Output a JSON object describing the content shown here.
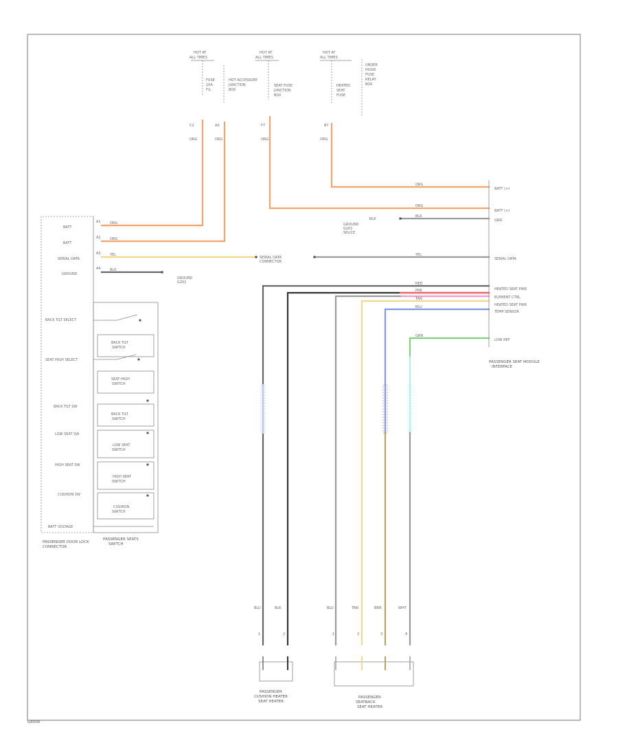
{
  "colors": {
    "orange": "#f5a36a",
    "yellow": "#f1d98a",
    "gray": "#9a9a9a",
    "black": "#333333",
    "red": "#e86a6a",
    "pink": "#f29ac8",
    "blue": "#7f97e0",
    "green": "#7fd07f",
    "cyan": "#aef0f0"
  },
  "fuses": {
    "f1": {
      "hot": "HOT AT",
      "sub": "ALL TIMES",
      "name": "FUSE"
    },
    "f2": {
      "hot": "HOT AT",
      "sub": "ALL TIMES",
      "name": "FUSE"
    },
    "f3": {
      "hot": "HOT AT",
      "sub": "ALL TIMES",
      "name": "FUSE"
    }
  },
  "fuse_notes": {
    "a1": "FUSE",
    "a2": "10A",
    "a3": "F/L",
    "b1": "HOT ACCESSORY",
    "b2": "JUNCTION",
    "b3": "BOX",
    "c1": "SEAT FUSE",
    "c2": "JUNCTION",
    "c3": "BOX",
    "d1": "HEATED",
    "d2": "SEAT",
    "d3": "FUSE",
    "e1": "UNDER",
    "e2": "HOOD",
    "e3": "FUSE",
    "e4": "RELAY",
    "e5": "BOX"
  },
  "pins": {
    "p1": "C2",
    "p2": "A3",
    "p3": "F7",
    "p4": "B7",
    "w1": "ORG",
    "w2": "ORG",
    "w3": "ORG",
    "w4": "ORG"
  },
  "left_module": {
    "title1": "PASSENGER DOOR LOCK",
    "title2": "CONNECTOR",
    "pins": [
      "BATT",
      "BATT",
      "SERIAL DATA",
      "GROUND"
    ],
    "pin_numbers": [
      "A1",
      "A2",
      "A3",
      "A4"
    ],
    "wire_colors": [
      "ORG",
      "ORG",
      "YEL",
      "BLK"
    ]
  },
  "switch_assembly": {
    "title1": "PASSENGER SEATS",
    "title2": "SWITCH",
    "inputs": [
      "BACK TILT SELECT",
      "SEAT HIGH SELECT",
      "BACK TILT SW",
      "LOW SEAT SW",
      "HIGH SEAT SW",
      "CUSHION SW",
      "BATT VOLTAGE"
    ],
    "switches": [
      "BACK TILT",
      "SEAT HIGH",
      "BACK TILT",
      "LOW SEAT",
      "HIGH SEAT",
      "CUSHION"
    ],
    "switch_sub": "SWITCH"
  },
  "right_module": {
    "title1": "PASSENGER SEAT MODULE",
    "title2": "INTERFACE",
    "pins": [
      "BATT (+)",
      "BATT (+)",
      "GND",
      "SERIAL DATA",
      "HEATED SEAT PWR",
      "ELEMENT CTRL",
      "HEATED SEAT PWR",
      "TEMP SENSOR",
      "LOW REF"
    ],
    "wire_colors": [
      "ORG",
      "ORG",
      "BLK",
      "YEL",
      "RED",
      "PNK",
      "TAN",
      "BLU",
      "GRN"
    ]
  },
  "midlabels": {
    "serial": "SERIAL DATA",
    "serial2": "CONNECTOR",
    "ground": "BLK",
    "ground2": "GROUND",
    "ground3": "G201",
    "ground4": "SPLICE"
  },
  "seat_heaters": {
    "left_title1": "PASSENGER",
    "left_title2": "CUSHION HEATER",
    "left_title3": "SEAT HEATER",
    "right_title1": "PASSENGER",
    "right_title2": "SEATBACK",
    "right_title3": "SEAT HEATER",
    "wire_labels": [
      "BLU",
      "BLK",
      "BLU",
      "TAN",
      "BRN",
      "WHT"
    ],
    "pin_labels": [
      "1",
      "2",
      "1",
      "2",
      "3",
      "4"
    ]
  },
  "footer": "G8008"
}
